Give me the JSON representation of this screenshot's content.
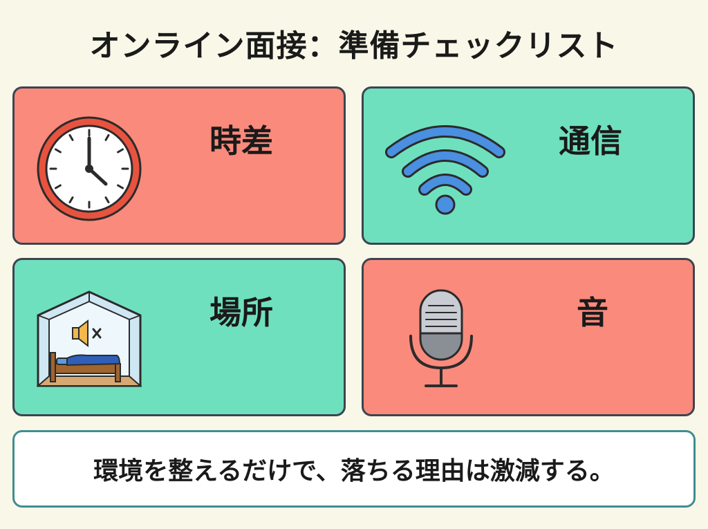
{
  "title": "オンライン面接：準備チェックリスト",
  "cards": [
    {
      "label": "時差",
      "icon": "clock-icon"
    },
    {
      "label": "通信",
      "icon": "wifi-icon"
    },
    {
      "label": "場所",
      "icon": "quiet-room-icon"
    },
    {
      "label": "音",
      "icon": "microphone-icon"
    }
  ],
  "footer": {
    "text": "環境を整えるだけで、落ちる理由は激減する。"
  },
  "colors": {
    "background": "#f9f7e8",
    "card_red": "#fa8a7c",
    "card_green": "#6fe0bd",
    "card_border": "#3c4450",
    "footer_border": "#3f8d92"
  }
}
